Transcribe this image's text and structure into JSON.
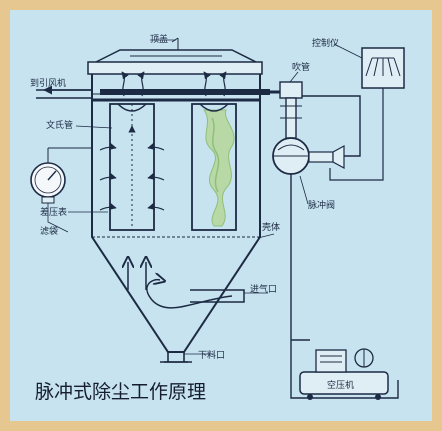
{
  "caption": "脉冲式除尘工作原理",
  "labels": {
    "top_cover": "顶盖",
    "controller": "控制仪",
    "to_fan": "到引风机",
    "blow_pipe": "吹管",
    "venturi": "文氏管",
    "pressure_gauge": "差压表",
    "filter_bag": "滤袋",
    "pulse_valve": "脉冲阀",
    "shell": "壳体",
    "air_inlet": "进气口",
    "discharge": "下料口",
    "compressor": "空压机"
  },
  "colors": {
    "background": "#c6e3ef",
    "line": "#1d2a44",
    "bag": "#b8d8a6",
    "bag_dark": "#8fbf7a",
    "border": "#e7c790"
  }
}
